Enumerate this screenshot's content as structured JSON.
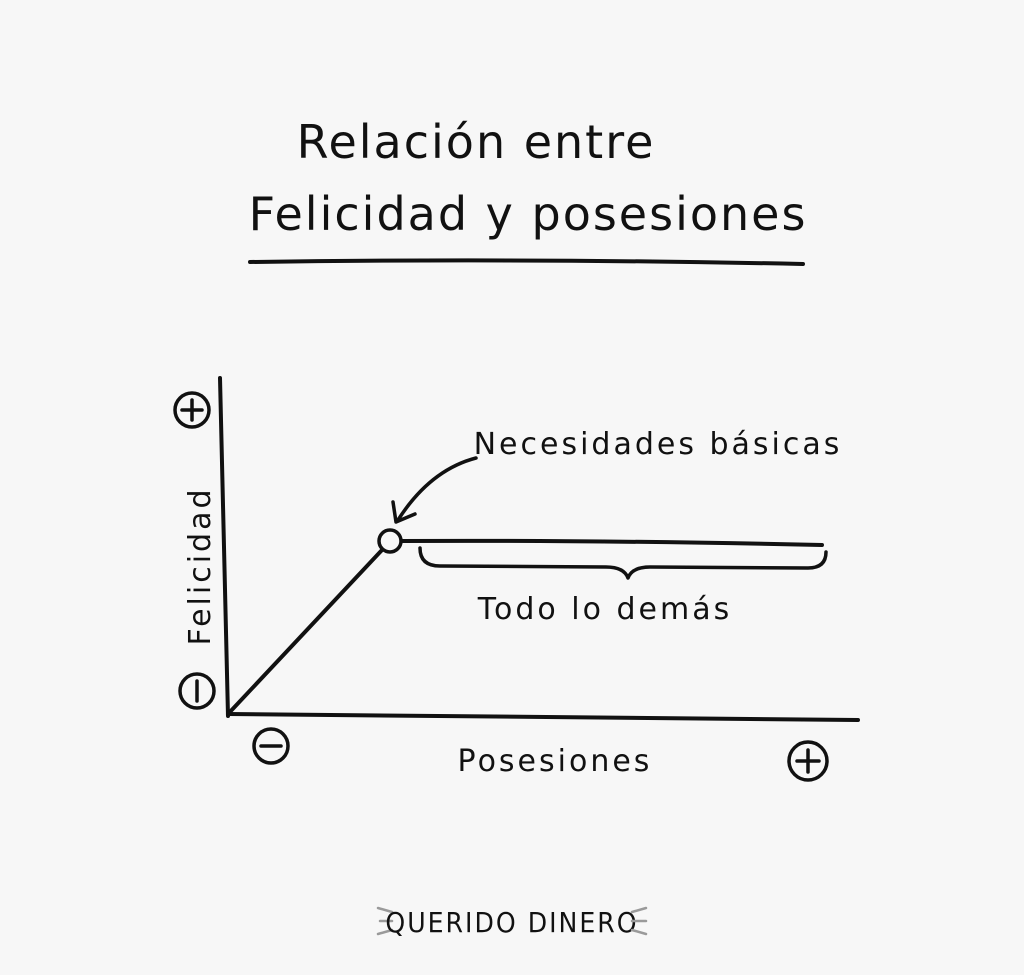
{
  "title": {
    "line1": "Relación entre",
    "line2": "Felicidad y posesiones"
  },
  "axes": {
    "y_label": "Felicidad",
    "x_label": "Posesiones",
    "y_plus": "+",
    "y_minus": "−",
    "x_minus": "−",
    "x_plus": "+"
  },
  "annotations": {
    "basic_needs": "Necesidades básicas",
    "everything_else": "Todo lo demás"
  },
  "brand": "QUERIDO DINERO",
  "colors": {
    "ink": "#111111",
    "paper": "#f7f7f7",
    "brand_marks": "#9a9a9a"
  }
}
